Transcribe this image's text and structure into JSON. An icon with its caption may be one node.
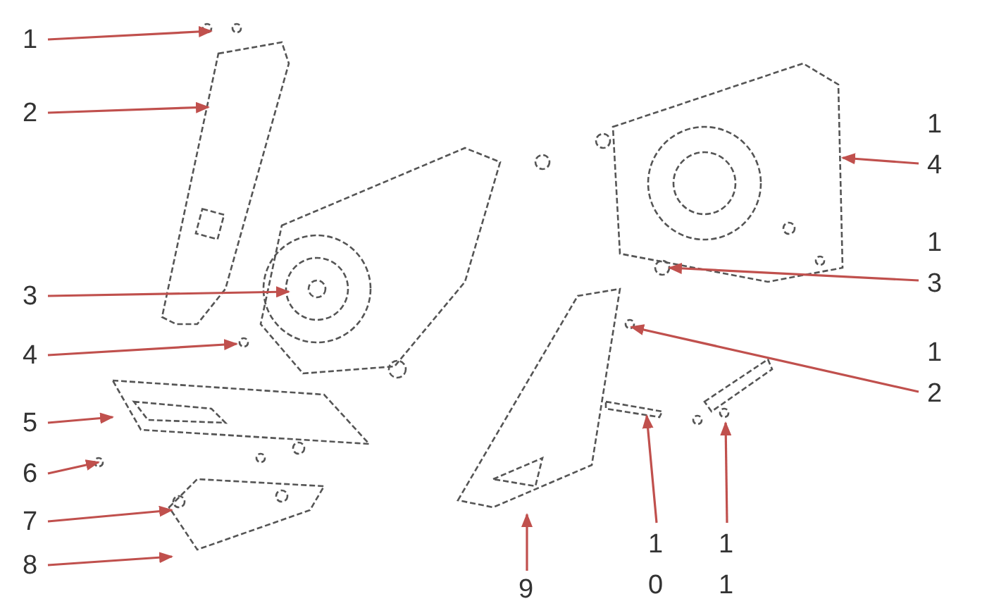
{
  "diagram": {
    "nodes": [
      {
        "text": [
          "1"
        ]
      },
      {
        "text": [
          "2"
        ]
      },
      {
        "text": [
          "14"
        ]
      },
      {
        "text": [
          "13"
        ]
      },
      {
        "text": [
          "3"
        ]
      },
      {
        "text": [
          "4"
        ]
      },
      {
        "text": [
          "12"
        ]
      },
      {
        "text": [
          "5"
        ]
      },
      {
        "text": [
          "6"
        ]
      },
      {
        "text": [
          "7"
        ]
      },
      {
        "text": [
          "8"
        ]
      },
      {
        "text": [
          "9"
        ]
      },
      {
        "text": [
          "10"
        ]
      },
      {
        "text": [
          "11"
        ]
      }
    ],
    "edges": [
      {
        "from": 0,
        "to": null,
        "arrow": "to"
      },
      {
        "from": 1,
        "to": null,
        "arrow": "to"
      },
      {
        "from": 2,
        "to": null,
        "arrow": "to"
      },
      {
        "from": 3,
        "to": null,
        "arrow": "to"
      },
      {
        "from": 4,
        "to": null,
        "arrow": "to"
      },
      {
        "from": 5,
        "to": null,
        "arrow": "to"
      },
      {
        "from": 6,
        "to": null,
        "arrow": "to"
      },
      {
        "from": 7,
        "to": null,
        "arrow": "to"
      },
      {
        "from": 8,
        "to": null,
        "arrow": "to"
      },
      {
        "from": 9,
        "to": null,
        "arrow": "to"
      },
      {
        "from": 10,
        "to": null,
        "arrow": "to"
      },
      {
        "from": 11,
        "to": null,
        "arrow": "to"
      },
      {
        "from": 12,
        "to": null,
        "arrow": "to"
      },
      {
        "from": 13,
        "to": null,
        "arrow": "to"
      }
    ]
  }
}
